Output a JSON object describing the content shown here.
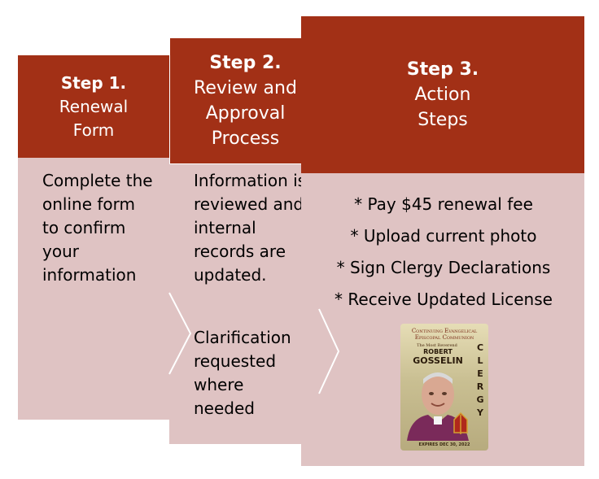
{
  "steps": [
    {
      "title": "Step 1.",
      "subtitle_lines": [
        "Renewal",
        "Form"
      ],
      "body_lines": [
        "Complete the",
        "online form",
        "to confirm",
        "your",
        "information"
      ]
    },
    {
      "title": "Step 2.",
      "subtitle_lines": [
        "Review and",
        "Approval",
        "Process"
      ],
      "body_a_lines": [
        "Information is",
        "reviewed and",
        "internal",
        "records are",
        "updated."
      ],
      "body_b_lines": [
        "Clarification",
        "requested",
        "where",
        "needed"
      ]
    },
    {
      "title": "Step 3.",
      "subtitle_lines": [
        "Action",
        "Steps"
      ],
      "actions": [
        "* Pay $45 renewal fee",
        "* Upload current photo",
        "* Sign Clergy Declarations",
        "* Receive Updated License"
      ]
    }
  ],
  "license_card": {
    "org_line1": "Continuing Evangelical",
    "org_line2": "Episcopal Communion",
    "rank": "The Most Reverend",
    "first_name": "ROBERT",
    "last_name": "GOSSELIN",
    "side_label_letters": [
      "C",
      "L",
      "E",
      "R",
      "G",
      "Y"
    ],
    "expires": "EXPIRES DEC 30, 2022"
  },
  "colors": {
    "header": "#a23016",
    "body": "#dfc3c3",
    "text": "#1a1a1a",
    "header_text": "#ffffff"
  }
}
